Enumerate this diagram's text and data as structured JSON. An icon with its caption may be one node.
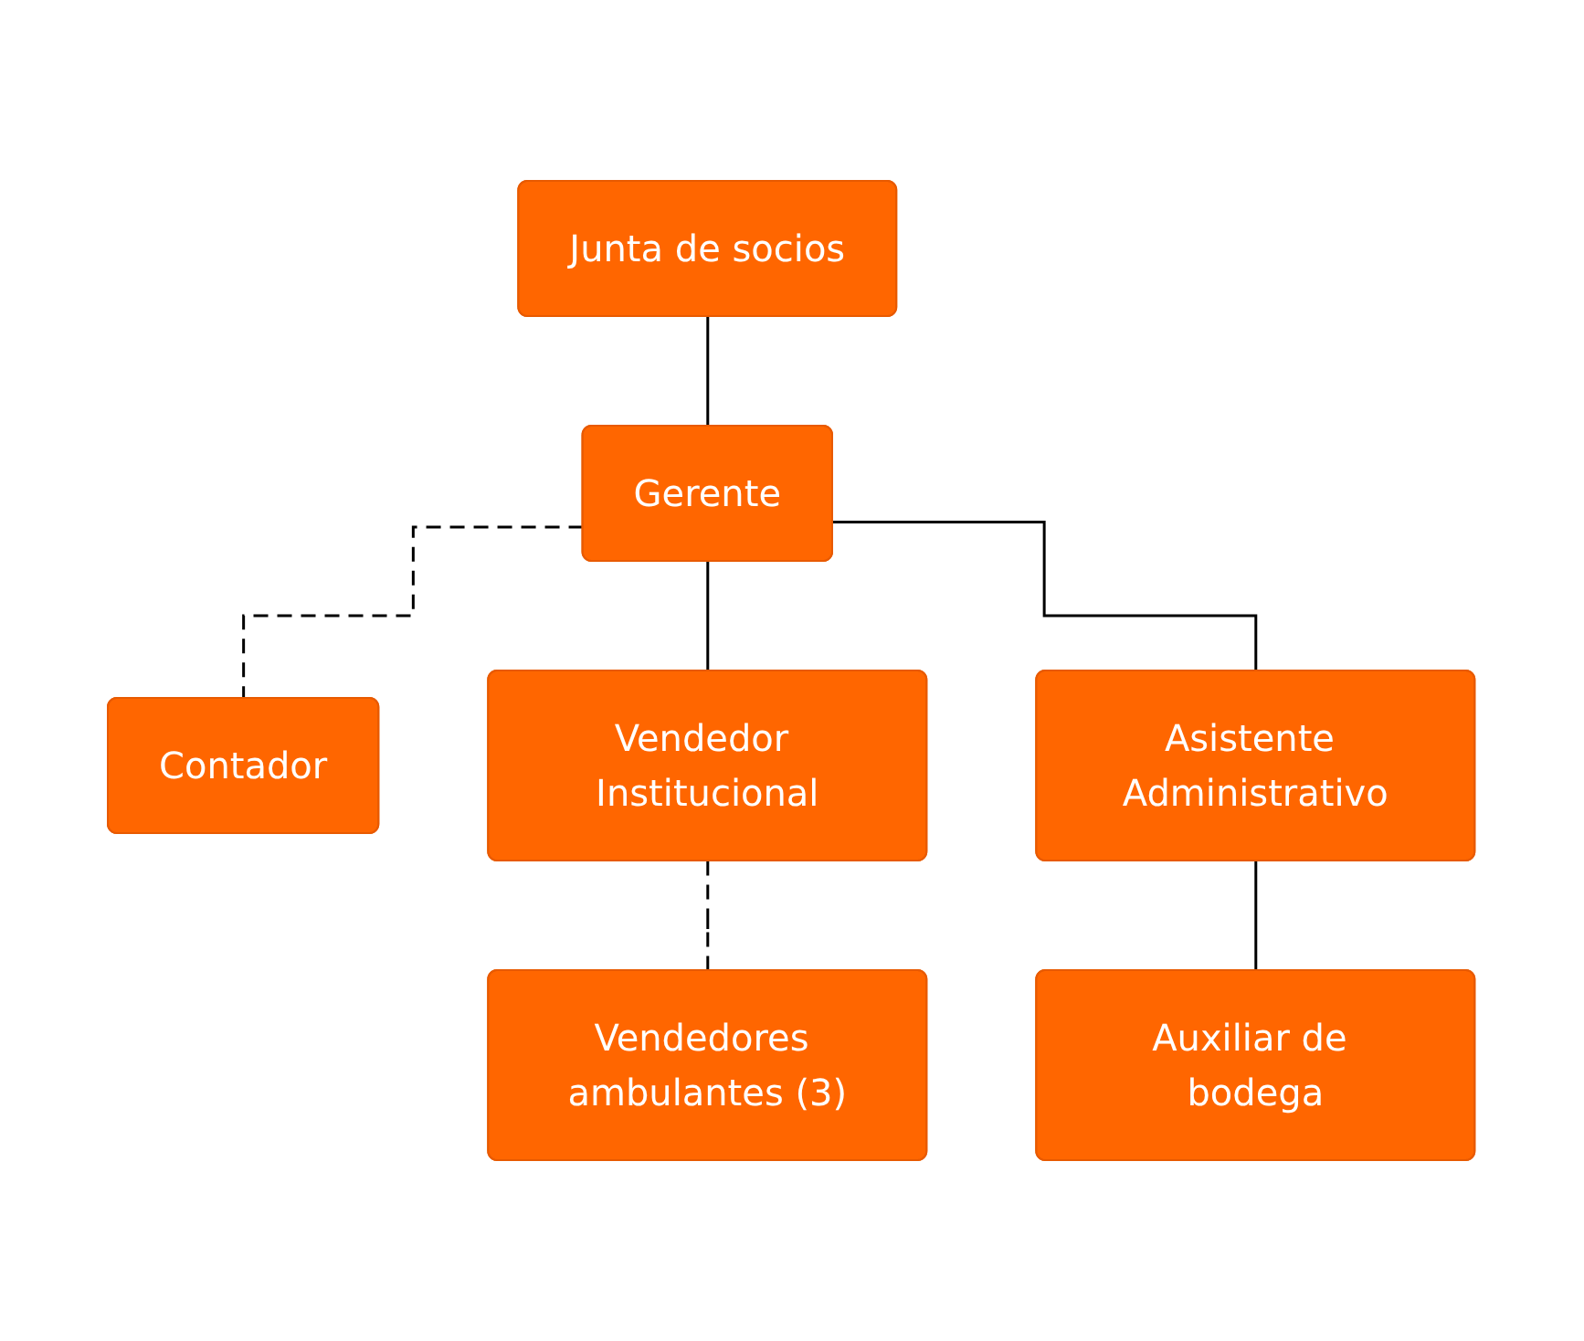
{
  "diagram": {
    "nodes": [
      {
        "text": [
          "Junta de socios"
        ]
      },
      {
        "text": [
          "Gerente"
        ]
      },
      {
        "text": [
          "Contador"
        ]
      },
      {
        "text": [
          "Vendedor Institucional"
        ]
      },
      {
        "text": [
          "Asistente Administrativo"
        ]
      },
      {
        "text": [
          "Vendedores ambulantes (3)"
        ]
      },
      {
        "text": [
          "Auxiliar de bodega"
        ]
      }
    ],
    "edges": [
      {
        "from": 0,
        "to": 1,
        "arrow": "none"
      },
      {
        "from": 1,
        "to": 2,
        "arrow": "none",
        "style": "dashed"
      },
      {
        "from": 1,
        "to": 3,
        "arrow": "none"
      },
      {
        "from": 1,
        "to": 4,
        "arrow": "none"
      },
      {
        "from": 3,
        "to": 5,
        "arrow": "none",
        "style": "dashed"
      },
      {
        "from": 4,
        "to": 6,
        "arrow": "none"
      }
    ]
  }
}
